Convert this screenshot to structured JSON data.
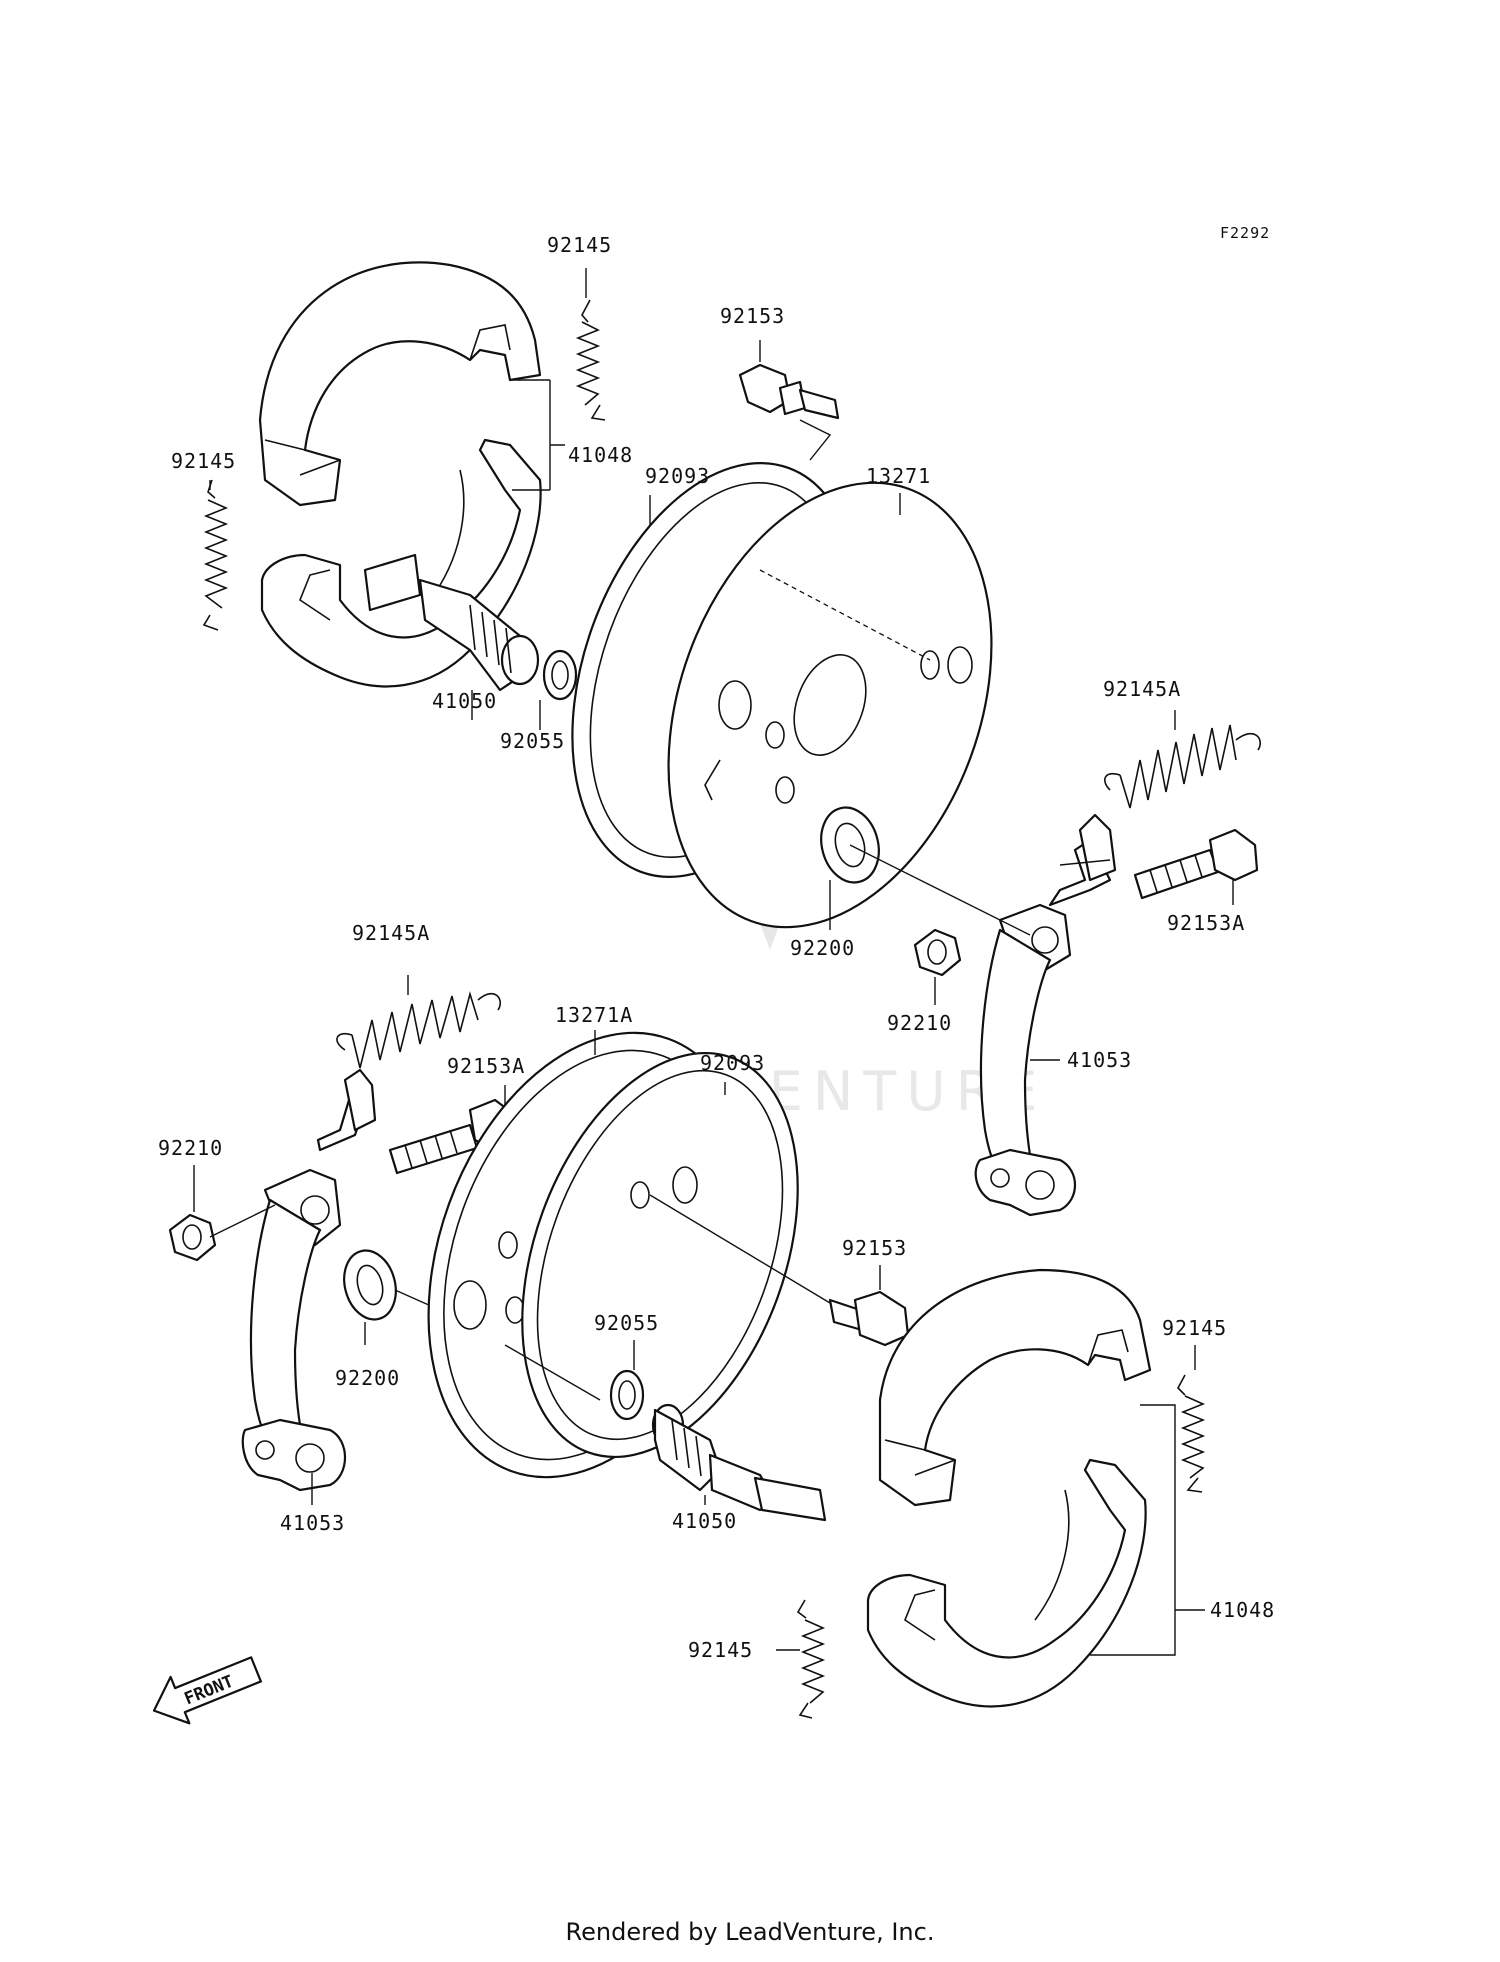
{
  "figure_code": "F2292",
  "watermark": "LEADVENTURE",
  "front_label": "FRONT",
  "footer": "Rendered by LeadVenture, Inc.",
  "labels": {
    "l92145_a": "92145",
    "l92153_a": "92153",
    "l41048_a": "41048",
    "l92145_b": "92145",
    "l92093_a": "92093",
    "l13271": "13271",
    "l41050_a": "41050",
    "l92055_a": "92055",
    "l92145A_a": "92145A",
    "l92153A_a": "92153A",
    "l92200_a": "92200",
    "l92210_a": "92210",
    "l41053_a": "41053",
    "l92145A_b": "92145A",
    "l13271A": "13271A",
    "l92153A_b": "92153A",
    "l92093_b": "92093",
    "l92210_b": "92210",
    "l92153_b": "92153",
    "l92200_b": "92200",
    "l92055_b": "92055",
    "l92145_c": "92145",
    "l41053_b": "41053",
    "l41050_b": "41050",
    "l41048_b": "41048",
    "l92145_d": "92145"
  }
}
